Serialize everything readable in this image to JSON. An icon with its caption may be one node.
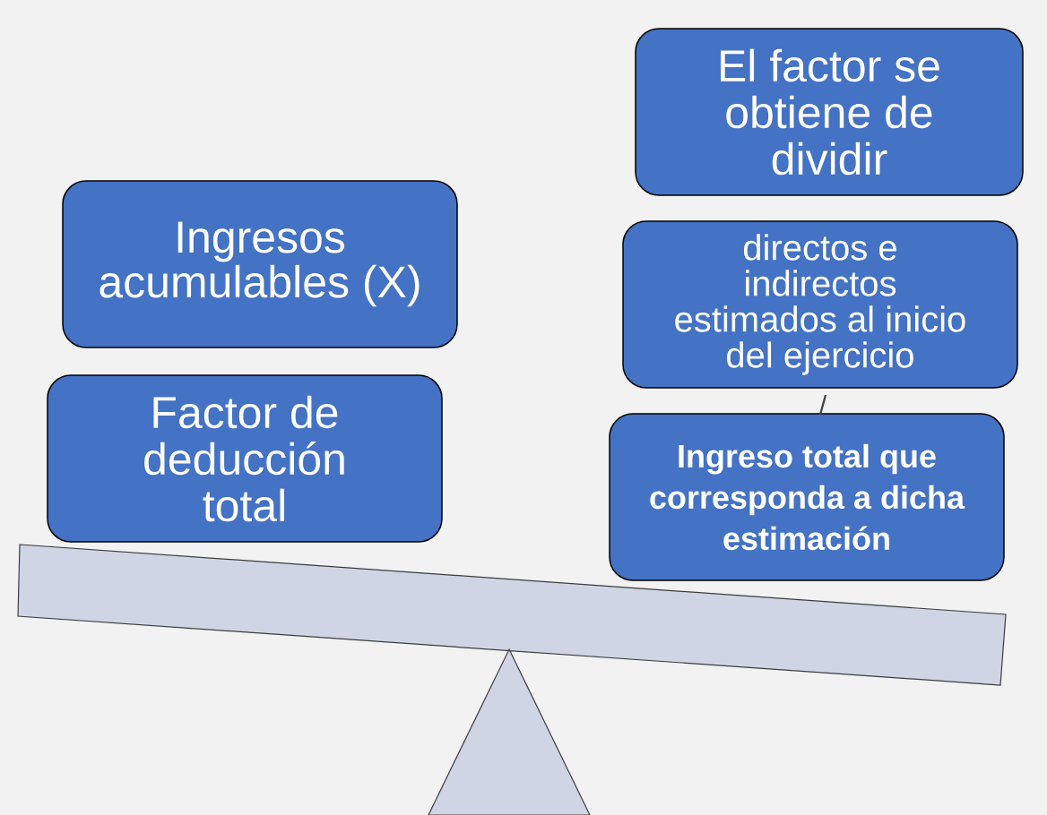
{
  "diagram": {
    "nodes": [
      {
        "text": [
          "Ingresos acumulables (X)"
        ]
      },
      {
        "text": [
          "Factor de deducción total"
        ]
      },
      {
        "text": [
          "El factor se obtiene de dividir"
        ]
      },
      {
        "text": [
          "directos e indirectos estimados al inicio del ejercicio"
        ]
      },
      {
        "text": [
          "Ingreso total que corresponda a dicha estimación"
        ]
      }
    ],
    "labels": [
      "/"
    ]
  }
}
